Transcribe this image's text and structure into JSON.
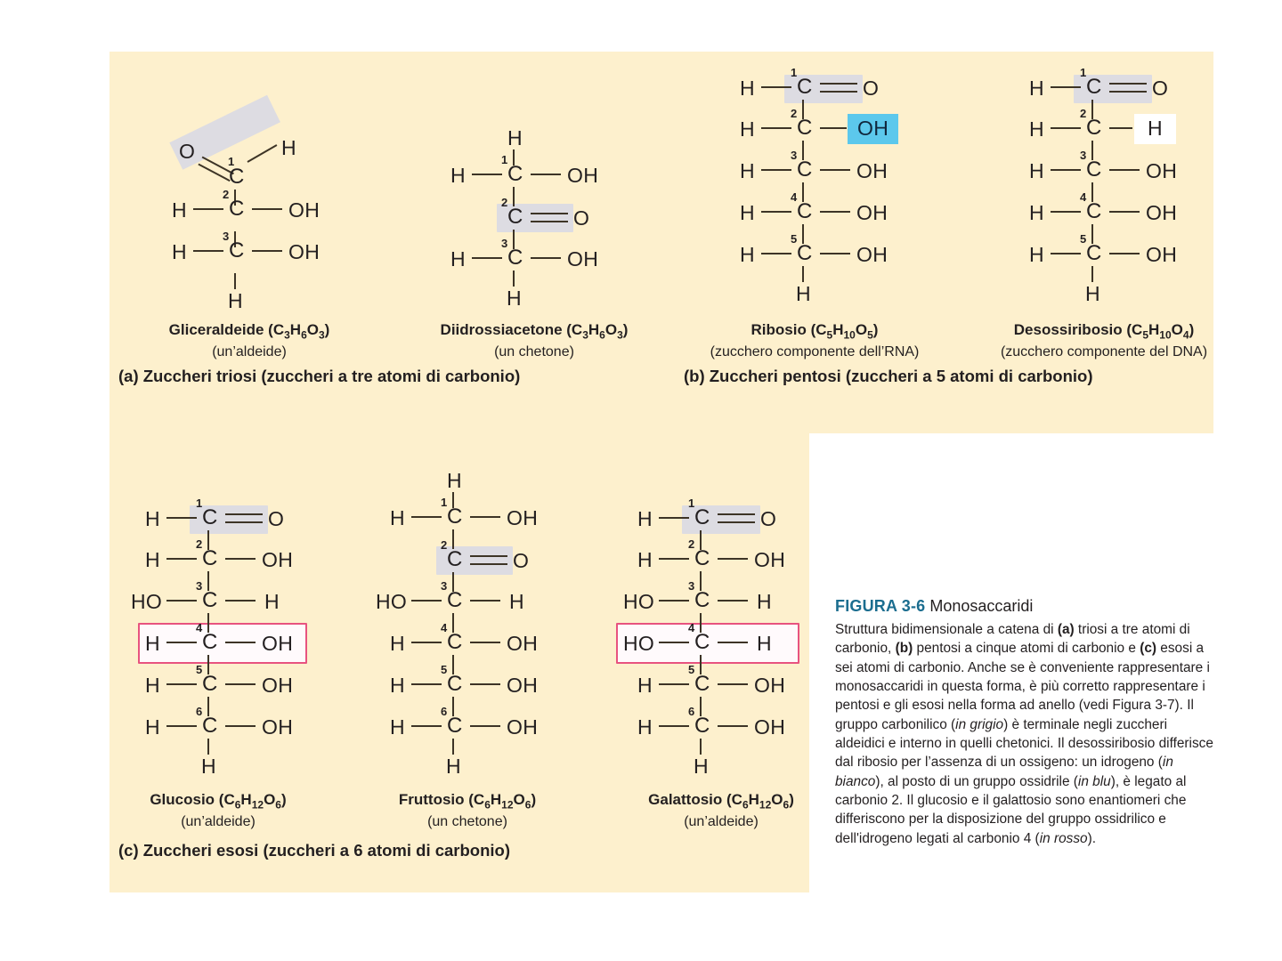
{
  "figure": {
    "panel_color": "#fdf0cd",
    "highlight_gray": "#dddce2",
    "highlight_blue": "#5cc8ec",
    "highlight_white": "#ffffff",
    "redbox_color": "#e8537f",
    "heading_color": "#1b6d8f"
  },
  "sections": {
    "a": "(a) Zuccheri triosi (zuccheri a tre atomi di carbonio)",
    "b": "(b) Zuccheri pentosi (zuccheri a 5 atomi di carbonio)",
    "c": "(c) Zuccheri esosi (zuccheri a 6 atomi di carbonio)"
  },
  "molecules": {
    "glyceraldehyde": {
      "name": "Gliceraldeide (C3H6O3)",
      "name_parts": {
        "word": "Gliceraldeide",
        "formula_c": "C",
        "n1": "3",
        "formula_h": "H",
        "n2": "6",
        "formula_o": "O",
        "n3": "3"
      },
      "subtitle": "(un’aldeide)",
      "carbons": [
        "1",
        "2",
        "3"
      ],
      "rows": [
        {
          "num": "1",
          "left": "O",
          "bond_left": "double",
          "center": "C",
          "right": "H",
          "bond_right": "slant"
        },
        {
          "num": "2",
          "left": "H",
          "bond_left": "single",
          "center": "C",
          "right": "OH",
          "bond_right": "single"
        },
        {
          "num": "3",
          "left": "H",
          "bond_left": "single",
          "center": "C",
          "right": "OH",
          "bond_right": "single"
        },
        {
          "num": "",
          "left": "",
          "center": "H",
          "right": ""
        }
      ]
    },
    "dihydroxyacetone": {
      "name": "Diidrossiacetone (C3H6O3)",
      "name_parts": {
        "word": "Diidrossiacetone",
        "n1": "3",
        "n2": "6",
        "n3": "3"
      },
      "subtitle": "(un chetone)",
      "rows": [
        {
          "num": "",
          "center": "H"
        },
        {
          "num": "1",
          "left": "H",
          "center": "C",
          "right": "OH"
        },
        {
          "num": "2",
          "left": "",
          "center": "C",
          "right": "O",
          "bond_right": "double",
          "highlight": "gray"
        },
        {
          "num": "3",
          "left": "H",
          "center": "C",
          "right": "OH"
        },
        {
          "num": "",
          "center": "H"
        }
      ]
    },
    "ribose": {
      "name": "Ribosio (C5H10O5)",
      "name_parts": {
        "word": "Ribosio",
        "n1": "5",
        "n2": "10",
        "n3": "5"
      },
      "subtitle": "(zucchero componente dell’RNA)",
      "rows": [
        {
          "num": "1",
          "left": "H",
          "center": "C",
          "right": "O",
          "bond_right": "double",
          "highlight": "gray"
        },
        {
          "num": "2",
          "left": "H",
          "center": "C",
          "right": "OH",
          "highlight_right": "blue"
        },
        {
          "num": "3",
          "left": "H",
          "center": "C",
          "right": "OH"
        },
        {
          "num": "4",
          "left": "H",
          "center": "C",
          "right": "OH"
        },
        {
          "num": "5",
          "left": "H",
          "center": "C",
          "right": "OH"
        },
        {
          "num": "",
          "center": "H"
        }
      ]
    },
    "deoxyribose": {
      "name": "Desossiribosio (C5H10O4)",
      "name_parts": {
        "word": "Desossiribosio",
        "n1": "5",
        "n2": "10",
        "n3": "4"
      },
      "subtitle": "(zucchero componente del DNA)",
      "rows": [
        {
          "num": "1",
          "left": "H",
          "center": "C",
          "right": "O",
          "bond_right": "double",
          "highlight": "gray"
        },
        {
          "num": "2",
          "left": "H",
          "center": "C",
          "right": "H",
          "highlight_right": "white"
        },
        {
          "num": "3",
          "left": "H",
          "center": "C",
          "right": "OH"
        },
        {
          "num": "4",
          "left": "H",
          "center": "C",
          "right": "OH"
        },
        {
          "num": "5",
          "left": "H",
          "center": "C",
          "right": "OH"
        },
        {
          "num": "",
          "center": "H"
        }
      ]
    },
    "glucose": {
      "name": "Glucosio (C6H12O6)",
      "name_parts": {
        "word": "Glucosio",
        "n1": "6",
        "n2": "12",
        "n3": "6"
      },
      "subtitle": "(un’aldeide)",
      "rows": [
        {
          "num": "1",
          "left": "H",
          "center": "C",
          "right": "O",
          "bond_right": "double",
          "highlight": "gray"
        },
        {
          "num": "2",
          "left": "H",
          "center": "C",
          "right": "OH"
        },
        {
          "num": "3",
          "left": "HO",
          "center": "C",
          "right": "H"
        },
        {
          "num": "4",
          "left": "H",
          "center": "C",
          "right": "OH",
          "boxed": true
        },
        {
          "num": "5",
          "left": "H",
          "center": "C",
          "right": "OH"
        },
        {
          "num": "6",
          "left": "H",
          "center": "C",
          "right": "OH"
        },
        {
          "num": "",
          "center": "H"
        }
      ]
    },
    "fructose": {
      "name": "Fruttosio (C6H12O6)",
      "name_parts": {
        "word": "Fruttosio",
        "n1": "6",
        "n2": "12",
        "n3": "6"
      },
      "subtitle": "(un chetone)",
      "rows": [
        {
          "num": "",
          "center": "H"
        },
        {
          "num": "1",
          "left": "H",
          "center": "C",
          "right": "OH"
        },
        {
          "num": "2",
          "left": "",
          "center": "C",
          "right": "O",
          "bond_right": "double",
          "highlight": "gray"
        },
        {
          "num": "3",
          "left": "HO",
          "center": "C",
          "right": "H"
        },
        {
          "num": "4",
          "left": "H",
          "center": "C",
          "right": "OH"
        },
        {
          "num": "5",
          "left": "H",
          "center": "C",
          "right": "OH"
        },
        {
          "num": "6",
          "left": "H",
          "center": "C",
          "right": "OH"
        },
        {
          "num": "",
          "center": "H"
        }
      ]
    },
    "galactose": {
      "name": "Galattosio (C6H12O6)",
      "name_parts": {
        "word": "Galattosio",
        "n1": "6",
        "n2": "12",
        "n3": "6"
      },
      "subtitle": "(un’aldeide)",
      "rows": [
        {
          "num": "1",
          "left": "H",
          "center": "C",
          "right": "O",
          "bond_right": "double",
          "highlight": "gray"
        },
        {
          "num": "2",
          "left": "H",
          "center": "C",
          "right": "OH"
        },
        {
          "num": "3",
          "left": "HO",
          "center": "C",
          "right": "H"
        },
        {
          "num": "4",
          "left": "HO",
          "center": "C",
          "right": "H",
          "boxed": true
        },
        {
          "num": "5",
          "left": "H",
          "center": "C",
          "right": "OH"
        },
        {
          "num": "6",
          "left": "H",
          "center": "C",
          "right": "OH"
        },
        {
          "num": "",
          "center": "H"
        }
      ]
    }
  },
  "caption": {
    "figure_number": "FIGURA 3-6",
    "title": "Monosaccaridi",
    "body_1": "Struttura bidimensionale a catena di ",
    "bold_a": "(a)",
    "body_2": " triosi a tre atomi di carbonio, ",
    "bold_b": "(b)",
    "body_3": " pentosi a cinque atomi di carbonio e ",
    "bold_c": "(c)",
    "body_4": " esosi a sei atomi di carbonio. Anche se è conveniente rappresentare i monosaccaridi in questa forma, è più corretto rappresentare i pentosi e gli esosi nella forma ad anello (vedi Figura 3-7). Il gruppo carbonilico (",
    "ital_grigio": "in grigio",
    "body_5": ") è terminale negli zuccheri aldeidici e interno in quelli chetonici. Il desossiribosio differisce dal ribosio per l’assenza di un ossigeno: un idrogeno (",
    "ital_bianco": "in bianco",
    "body_6": "), al posto di un gruppo ossidrile (",
    "ital_blu": "in blu",
    "body_7": "), è legato al carbonio 2. Il glucosio e il galattosio sono enantiomeri che differiscono per la disposizione del gruppo ossidrilico e dell'idrogeno legati al carbonio 4 (",
    "ital_rosso": "in rosso",
    "body_8": ")."
  }
}
